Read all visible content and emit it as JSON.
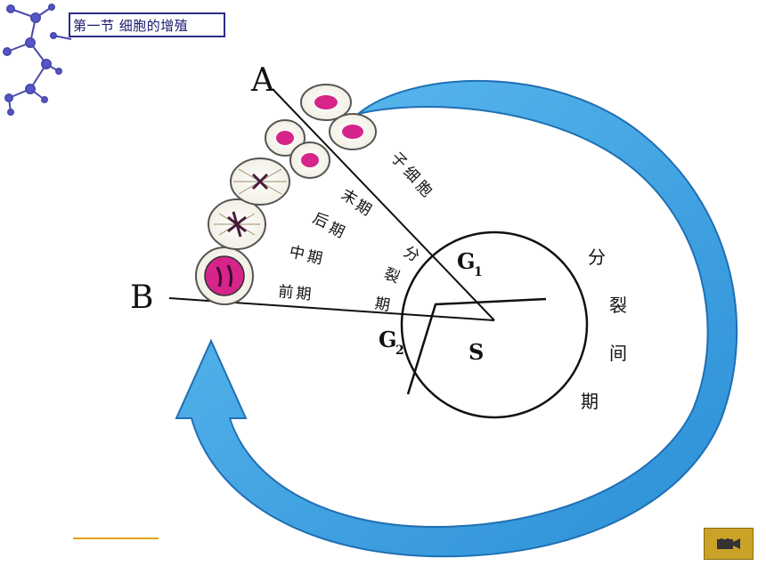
{
  "header": {
    "title": "第一节  细胞的增殖"
  },
  "diagram": {
    "point_a": "A",
    "point_b": "B",
    "phase_g1": "G",
    "phase_g1_sub": "1",
    "phase_g2": "G",
    "phase_g2_sub": "2",
    "phase_s": "S",
    "daughter_cells": [
      "子",
      "细",
      "胞"
    ],
    "telophase": [
      "末",
      "期"
    ],
    "anaphase": [
      "后",
      "期"
    ],
    "metaphase": [
      "中",
      "期"
    ],
    "prophase": [
      "前",
      "期"
    ],
    "mitosis": [
      "分",
      "裂",
      "期"
    ],
    "interphase": [
      "分",
      "裂",
      "间",
      "期"
    ]
  },
  "colors": {
    "arrow": "#3a9fe0",
    "arrow_dark": "#1f6fb3",
    "cell_nucleus": "#d6248a",
    "camera_button": "#c9a227"
  },
  "controls": {
    "camera_icon": "video-camera-icon"
  }
}
